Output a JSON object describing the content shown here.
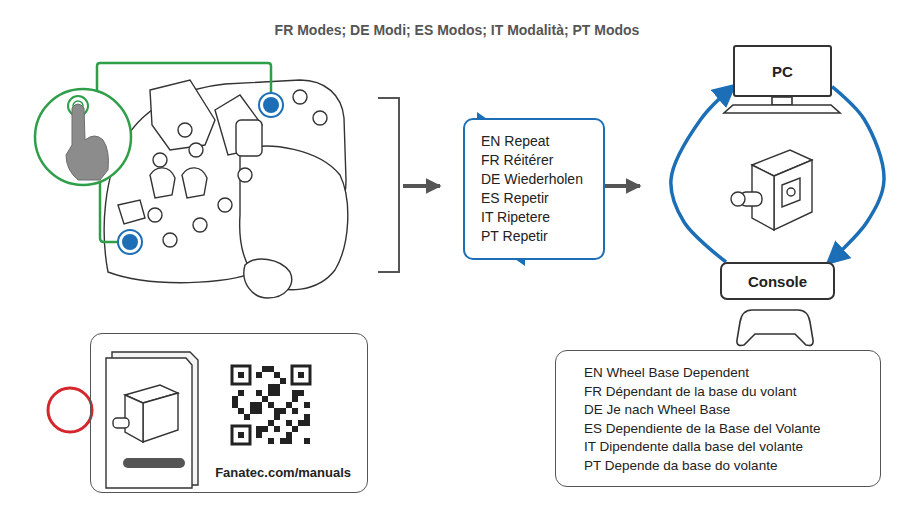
{
  "diagram": {
    "title": "FR Modes; DE Modi; ES Modos; IT Modalità; PT Modos",
    "nodes": [
      {
        "text": [
          "EN Repeat",
          "FR Réitérer",
          "DE Wiederholen",
          "ES Repetir",
          "IT Ripetere",
          "PT Repetir"
        ]
      },
      {
        "text": [
          "PC"
        ]
      },
      {
        "text": [
          "Console"
        ]
      },
      {
        "text": [
          "Fanatec.com/manuals"
        ]
      },
      {
        "text": [
          "EN Wheel Base Dependent",
          "FR Dépendant de la base du volant",
          "DE Je nach Wheel Base",
          "ES Dependiente de la Base del Volante",
          "IT Dipendente dalla base del volante",
          "PT Depende da base do volante"
        ]
      }
    ],
    "edges": [
      {
        "from": 2,
        "to": 1,
        "arrow": "to"
      },
      {
        "from": 1,
        "to": 2,
        "arrow": "to"
      }
    ],
    "labels": [
      "*",
      "*",
      "!"
    ]
  }
}
